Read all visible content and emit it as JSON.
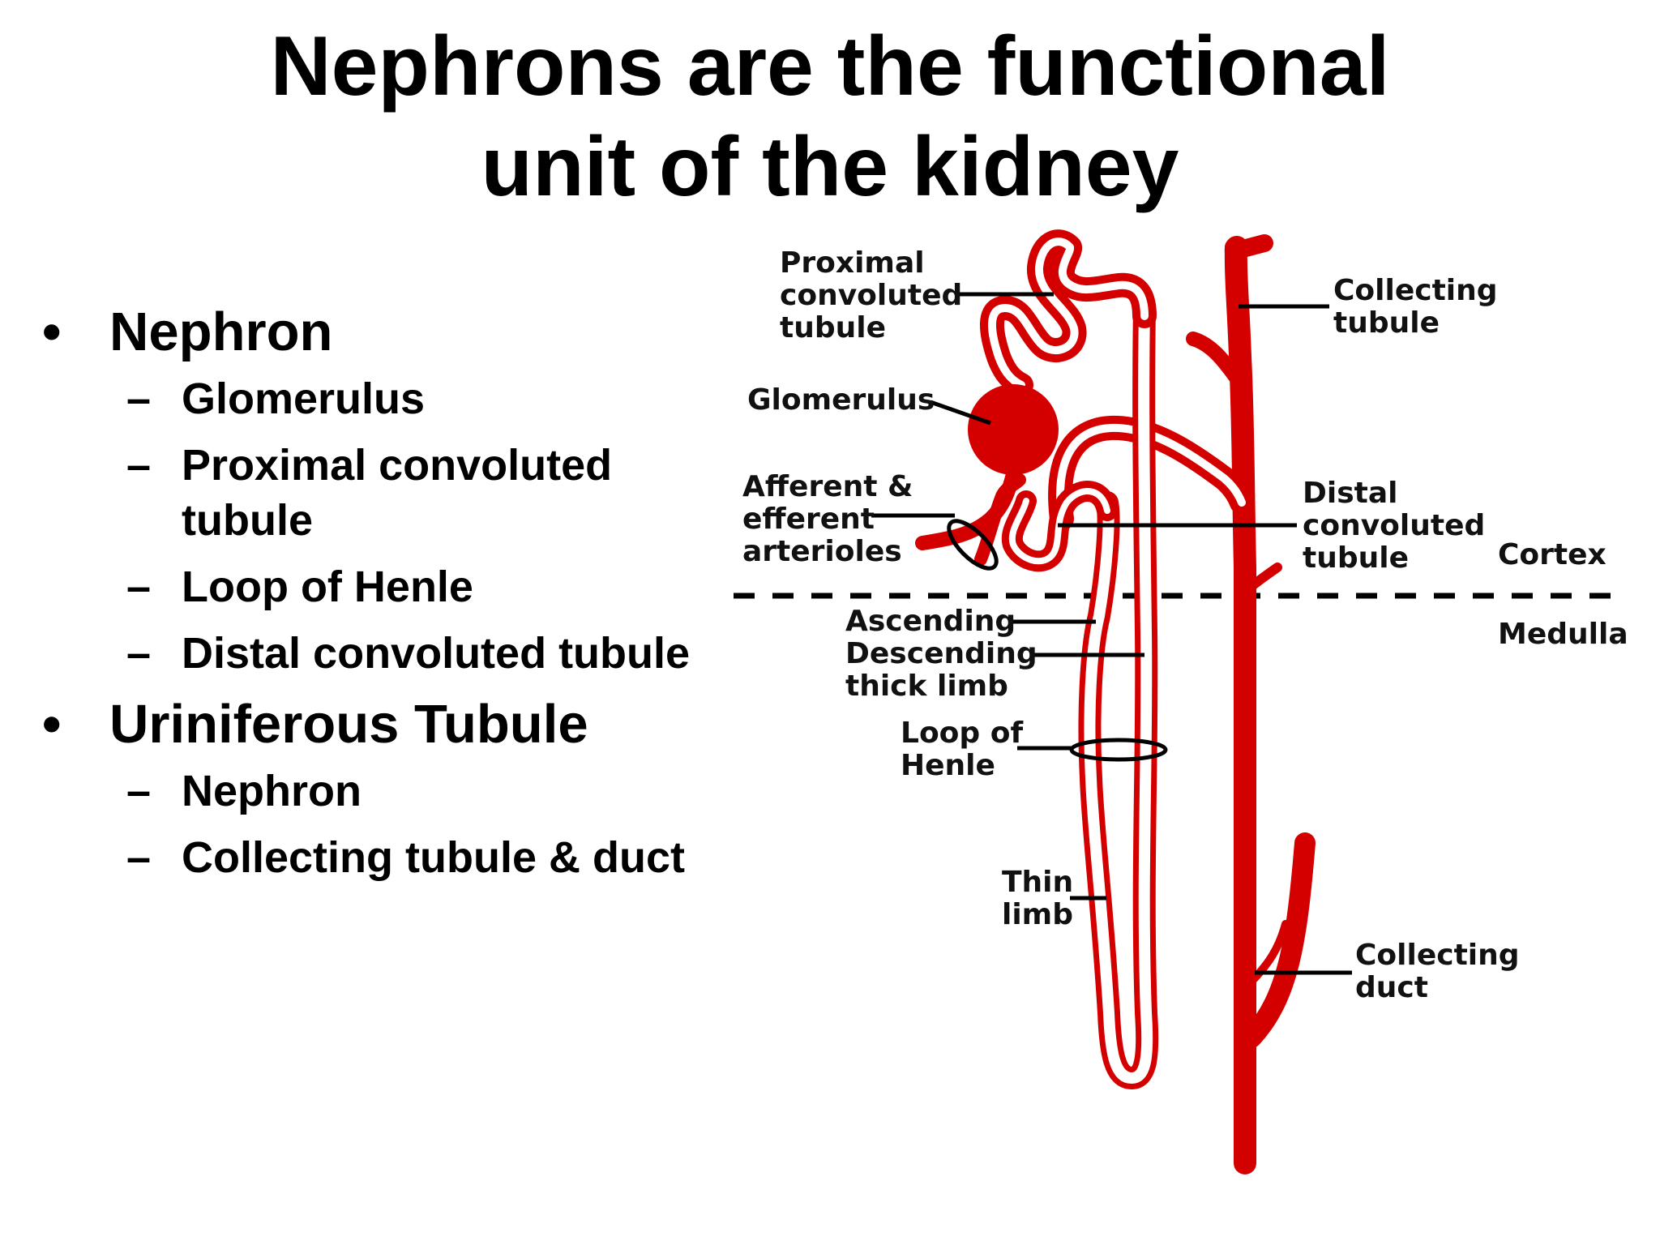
{
  "title": {
    "line1": "Nephrons are the functional",
    "line2": "unit of the kidney"
  },
  "bullets": {
    "bullet_glyph": "•",
    "dash_glyph": "–",
    "nephron": "Nephron",
    "nephron_items": [
      "Glomerulus",
      "Proximal convoluted",
      "tubule",
      "Loop of Henle",
      "Distal convoluted tubule"
    ],
    "uriniferous": "Uriniferous Tubule",
    "uriniferous_items": [
      "Nephron",
      "Collecting tubule & duct"
    ]
  },
  "diagram": {
    "labels": {
      "proximal": [
        "Proximal",
        "convoluted",
        "tubule"
      ],
      "glomerulus": "Glomerulus",
      "arterioles": [
        "Afferent &",
        "efferent",
        "arterioles"
      ],
      "collecting_tubule": [
        "Collecting",
        "tubule"
      ],
      "distal": [
        "Distal",
        "convoluted",
        "tubule"
      ],
      "cortex": "Cortex",
      "medulla": "Medulla",
      "limbs": [
        "Ascending",
        "Descending",
        "thick limb"
      ],
      "loop": [
        "Loop of",
        "Henle"
      ],
      "thin_limb": [
        "Thin",
        "limb"
      ],
      "collecting_duct": [
        "Collecting",
        "duct"
      ]
    },
    "colors": {
      "tubule": "#d40000",
      "lines": "#000000"
    }
  }
}
